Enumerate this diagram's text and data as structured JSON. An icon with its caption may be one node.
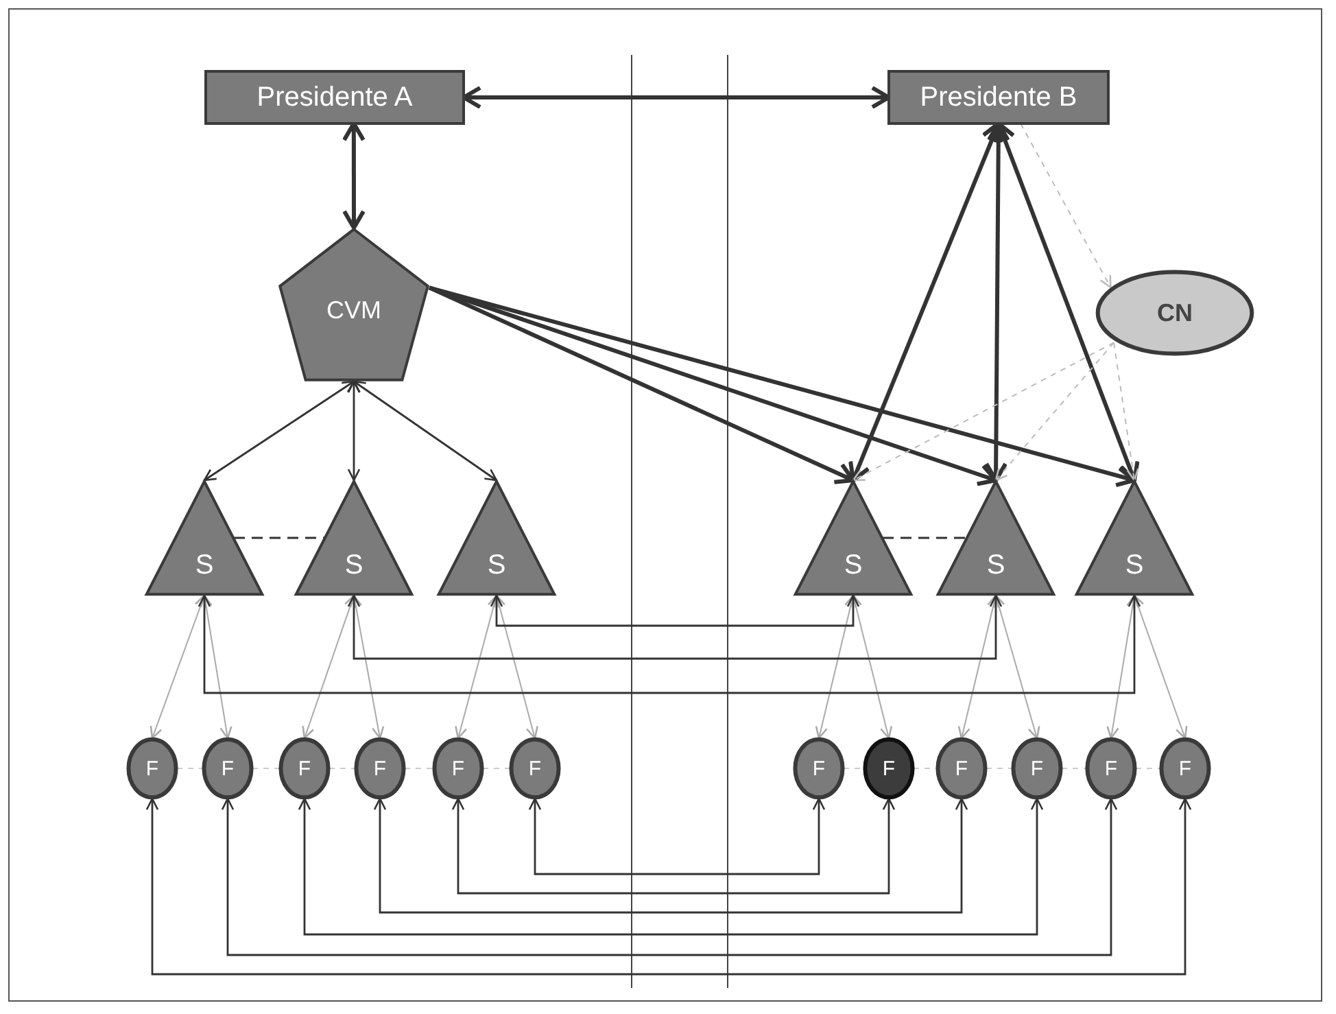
{
  "diagram": {
    "nodes": [
      {
        "text": [
          "Presidente A"
        ]
      },
      {
        "text": [
          "Presidente B"
        ]
      },
      {
        "text": [
          "CVM"
        ]
      },
      {
        "text": [
          "CN"
        ]
      },
      {
        "text": [
          "S"
        ]
      },
      {
        "text": [
          "S"
        ]
      },
      {
        "text": [
          "S"
        ]
      },
      {
        "text": [
          "S"
        ]
      },
      {
        "text": [
          "S"
        ]
      },
      {
        "text": [
          "S"
        ]
      },
      {
        "text": [
          "F"
        ]
      },
      {
        "text": [
          "F"
        ]
      },
      {
        "text": [
          "F"
        ]
      },
      {
        "text": [
          "F"
        ]
      },
      {
        "text": [
          "F"
        ]
      },
      {
        "text": [
          "F"
        ]
      },
      {
        "text": [
          "F"
        ]
      },
      {
        "text": [
          "F"
        ]
      },
      {
        "text": [
          "F"
        ]
      },
      {
        "text": [
          "F"
        ]
      },
      {
        "text": [
          "F"
        ]
      },
      {
        "text": [
          "F"
        ]
      }
    ],
    "edges": [
      {
        "from": 0,
        "to": 1,
        "arrow": "both",
        "style": "thick"
      },
      {
        "from": 0,
        "to": 2,
        "arrow": "both",
        "style": "thick"
      },
      {
        "from": 2,
        "to": 4,
        "arrow": "both"
      },
      {
        "from": 2,
        "to": 5,
        "arrow": "both"
      },
      {
        "from": 2,
        "to": 6,
        "arrow": "both"
      },
      {
        "from": 2,
        "to": 7,
        "arrow": "to",
        "style": "thick"
      },
      {
        "from": 2,
        "to": 8,
        "arrow": "to",
        "style": "thick"
      },
      {
        "from": 2,
        "to": 9,
        "arrow": "to",
        "style": "thick"
      },
      {
        "from": 1,
        "to": 7,
        "arrow": "both",
        "style": "thick"
      },
      {
        "from": 1,
        "to": 8,
        "arrow": "both",
        "style": "thick"
      },
      {
        "from": 1,
        "to": 9,
        "arrow": "both",
        "style": "thick"
      },
      {
        "from": 1,
        "to": 3,
        "arrow": "to",
        "style": "dashed",
        "color": "#bbbbbb"
      },
      {
        "from": 3,
        "to": 7,
        "arrow": "to",
        "style": "dashed",
        "color": "#bbbbbb"
      },
      {
        "from": 3,
        "to": 8,
        "arrow": "to",
        "style": "dashed",
        "color": "#bbbbbb"
      },
      {
        "from": 3,
        "to": 9,
        "arrow": "to",
        "style": "dashed",
        "color": "#bbbbbb"
      },
      {
        "from": 4,
        "to": 5,
        "arrow": "none",
        "style": "dashed"
      },
      {
        "from": 7,
        "to": 8,
        "arrow": "none",
        "style": "dashed"
      },
      {
        "from": 4,
        "to": 10,
        "arrow": "both",
        "color": "#aaaaaa"
      },
      {
        "from": 4,
        "to": 11,
        "arrow": "both",
        "color": "#aaaaaa"
      },
      {
        "from": 5,
        "to": 12,
        "arrow": "both",
        "color": "#aaaaaa"
      },
      {
        "from": 5,
        "to": 13,
        "arrow": "both",
        "color": "#aaaaaa"
      },
      {
        "from": 6,
        "to": 14,
        "arrow": "both",
        "color": "#aaaaaa"
      },
      {
        "from": 6,
        "to": 15,
        "arrow": "both",
        "color": "#aaaaaa"
      },
      {
        "from": 7,
        "to": 16,
        "arrow": "both",
        "color": "#aaaaaa"
      },
      {
        "from": 7,
        "to": 17,
        "arrow": "both",
        "color": "#aaaaaa"
      },
      {
        "from": 8,
        "to": 18,
        "arrow": "both",
        "color": "#aaaaaa"
      },
      {
        "from": 8,
        "to": 19,
        "arrow": "both",
        "color": "#aaaaaa"
      },
      {
        "from": 9,
        "to": 20,
        "arrow": "both",
        "color": "#aaaaaa"
      },
      {
        "from": 9,
        "to": 21,
        "arrow": "both",
        "color": "#aaaaaa"
      },
      {
        "from": 6,
        "to": 7,
        "arrow": "both"
      },
      {
        "from": 5,
        "to": 8,
        "arrow": "both"
      },
      {
        "from": 4,
        "to": 9,
        "arrow": "both"
      },
      {
        "from": 15,
        "to": 16,
        "arrow": "both"
      },
      {
        "from": 14,
        "to": 17,
        "arrow": "both"
      },
      {
        "from": 13,
        "to": 18,
        "arrow": "both"
      },
      {
        "from": 12,
        "to": 19,
        "arrow": "both"
      },
      {
        "from": 11,
        "to": 20,
        "arrow": "both"
      },
      {
        "from": 10,
        "to": 21,
        "arrow": "both"
      },
      {
        "from": 10,
        "to": 11,
        "arrow": "none",
        "style": "dashed",
        "color": "#cccccc"
      },
      {
        "from": 11,
        "to": 12,
        "arrow": "none",
        "style": "dashed",
        "color": "#cccccc"
      },
      {
        "from": 12,
        "to": 13,
        "arrow": "none",
        "style": "dashed",
        "color": "#cccccc"
      },
      {
        "from": 13,
        "to": 14,
        "arrow": "none",
        "style": "dashed",
        "color": "#cccccc"
      },
      {
        "from": 14,
        "to": 15,
        "arrow": "none",
        "style": "dashed",
        "color": "#cccccc"
      },
      {
        "from": 16,
        "to": 17,
        "arrow": "none",
        "style": "dashed",
        "color": "#cccccc"
      },
      {
        "from": 17,
        "to": 18,
        "arrow": "none",
        "style": "dashed",
        "color": "#cccccc"
      },
      {
        "from": 18,
        "to": 19,
        "arrow": "none",
        "style": "dashed",
        "color": "#cccccc"
      },
      {
        "from": 19,
        "to": 20,
        "arrow": "none",
        "style": "dashed",
        "color": "#cccccc"
      },
      {
        "from": 20,
        "to": 21,
        "arrow": "none",
        "style": "dashed",
        "color": "#cccccc"
      }
    ]
  }
}
